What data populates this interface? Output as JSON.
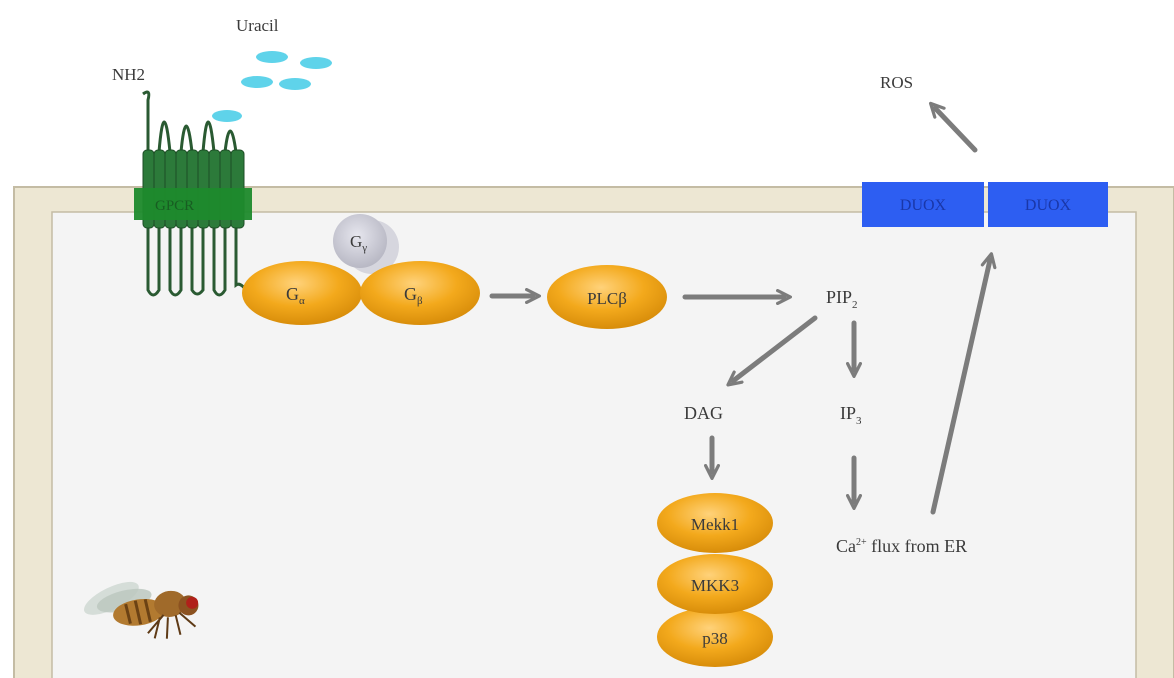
{
  "colors": {
    "membrane_outer": "#ede7d3",
    "membrane_border": "#c4bca4",
    "cytoplasm": "#f4f4f4",
    "gpcr_green": "#1d8a2c",
    "gpcr_dark": "#2a5a32",
    "protein_orange": "#f3a91c",
    "protein_orange_dark": "#c98308",
    "g_gamma_gray": "#c9c9d3",
    "duox_blue": "#2d5ef2",
    "uracil_cyan": "#5fd3ea",
    "arrow_gray": "#7c7c7c"
  },
  "labels": {
    "uracil": "Uracil",
    "nh2": "NH2",
    "gpcr": "GPCR",
    "g_alpha_main": "G",
    "g_alpha_sub": "α",
    "g_beta_main": "G",
    "g_beta_sub": "β",
    "g_gamma_main": "G",
    "g_gamma_sub": "γ",
    "plcb": "PLCβ",
    "pip2_main": "PIP",
    "pip2_sub": "2",
    "dag": "DAG",
    "ip3_main": "IP",
    "ip3_sub": "3",
    "ca_main": "Ca",
    "ca_sup": "2+",
    "ca_rest": " flux from ER",
    "mekk1": "Mekk1",
    "mkk3": "MKK3",
    "p38": "p38",
    "duox_left": "DUOX",
    "duox_right": "DUOX",
    "ros": "ROS"
  },
  "icons": {
    "fly": "fruit-fly-icon"
  }
}
